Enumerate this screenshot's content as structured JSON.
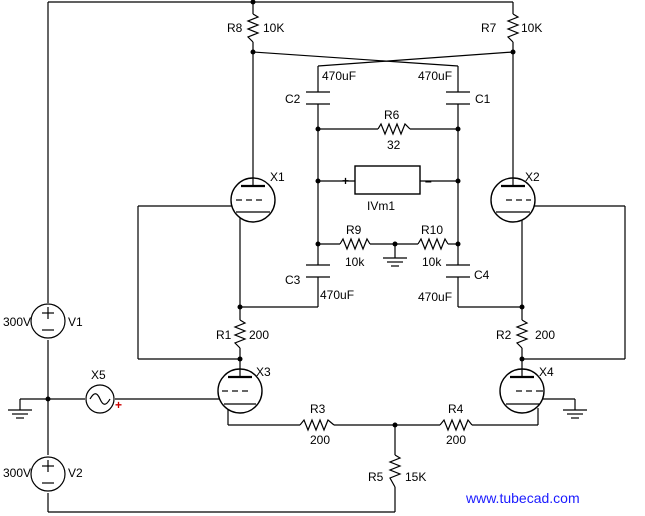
{
  "labels": {
    "R8": "R8",
    "R8_val": "10K",
    "R7": "R7",
    "R7_val": "10K",
    "C2": "C2",
    "C2_val": "470uF",
    "C1": "C1",
    "C1_val": "470uF",
    "R6": "R6",
    "R6_val": "32",
    "IVm1": "IVm1",
    "meter_plus": "+",
    "meter_minus": "–",
    "X1": "X1",
    "X2": "X2",
    "R9": "R9",
    "R9_val": "10k",
    "R10": "R10",
    "R10_val": "10k",
    "C3": "C3",
    "C3_val": "470uF",
    "C4": "C4",
    "C4_val": "470uF",
    "R1": "R1",
    "R1_val": "200",
    "R2": "R2",
    "R2_val": "200",
    "V1_val": "300V",
    "V1": "V1",
    "V2_val": "300V",
    "V2": "V2",
    "X5": "X5",
    "X5_plus": "+",
    "X3": "X3",
    "X4": "X4",
    "R3": "R3",
    "R3_val": "200",
    "R4": "R4",
    "R4_val": "200",
    "R5": "R5",
    "R5_val": "15K",
    "website": "www.tubecad.com"
  },
  "colors": {
    "wire": "#000000",
    "link": "#1a1aff",
    "source_plus": "#cc0000"
  }
}
